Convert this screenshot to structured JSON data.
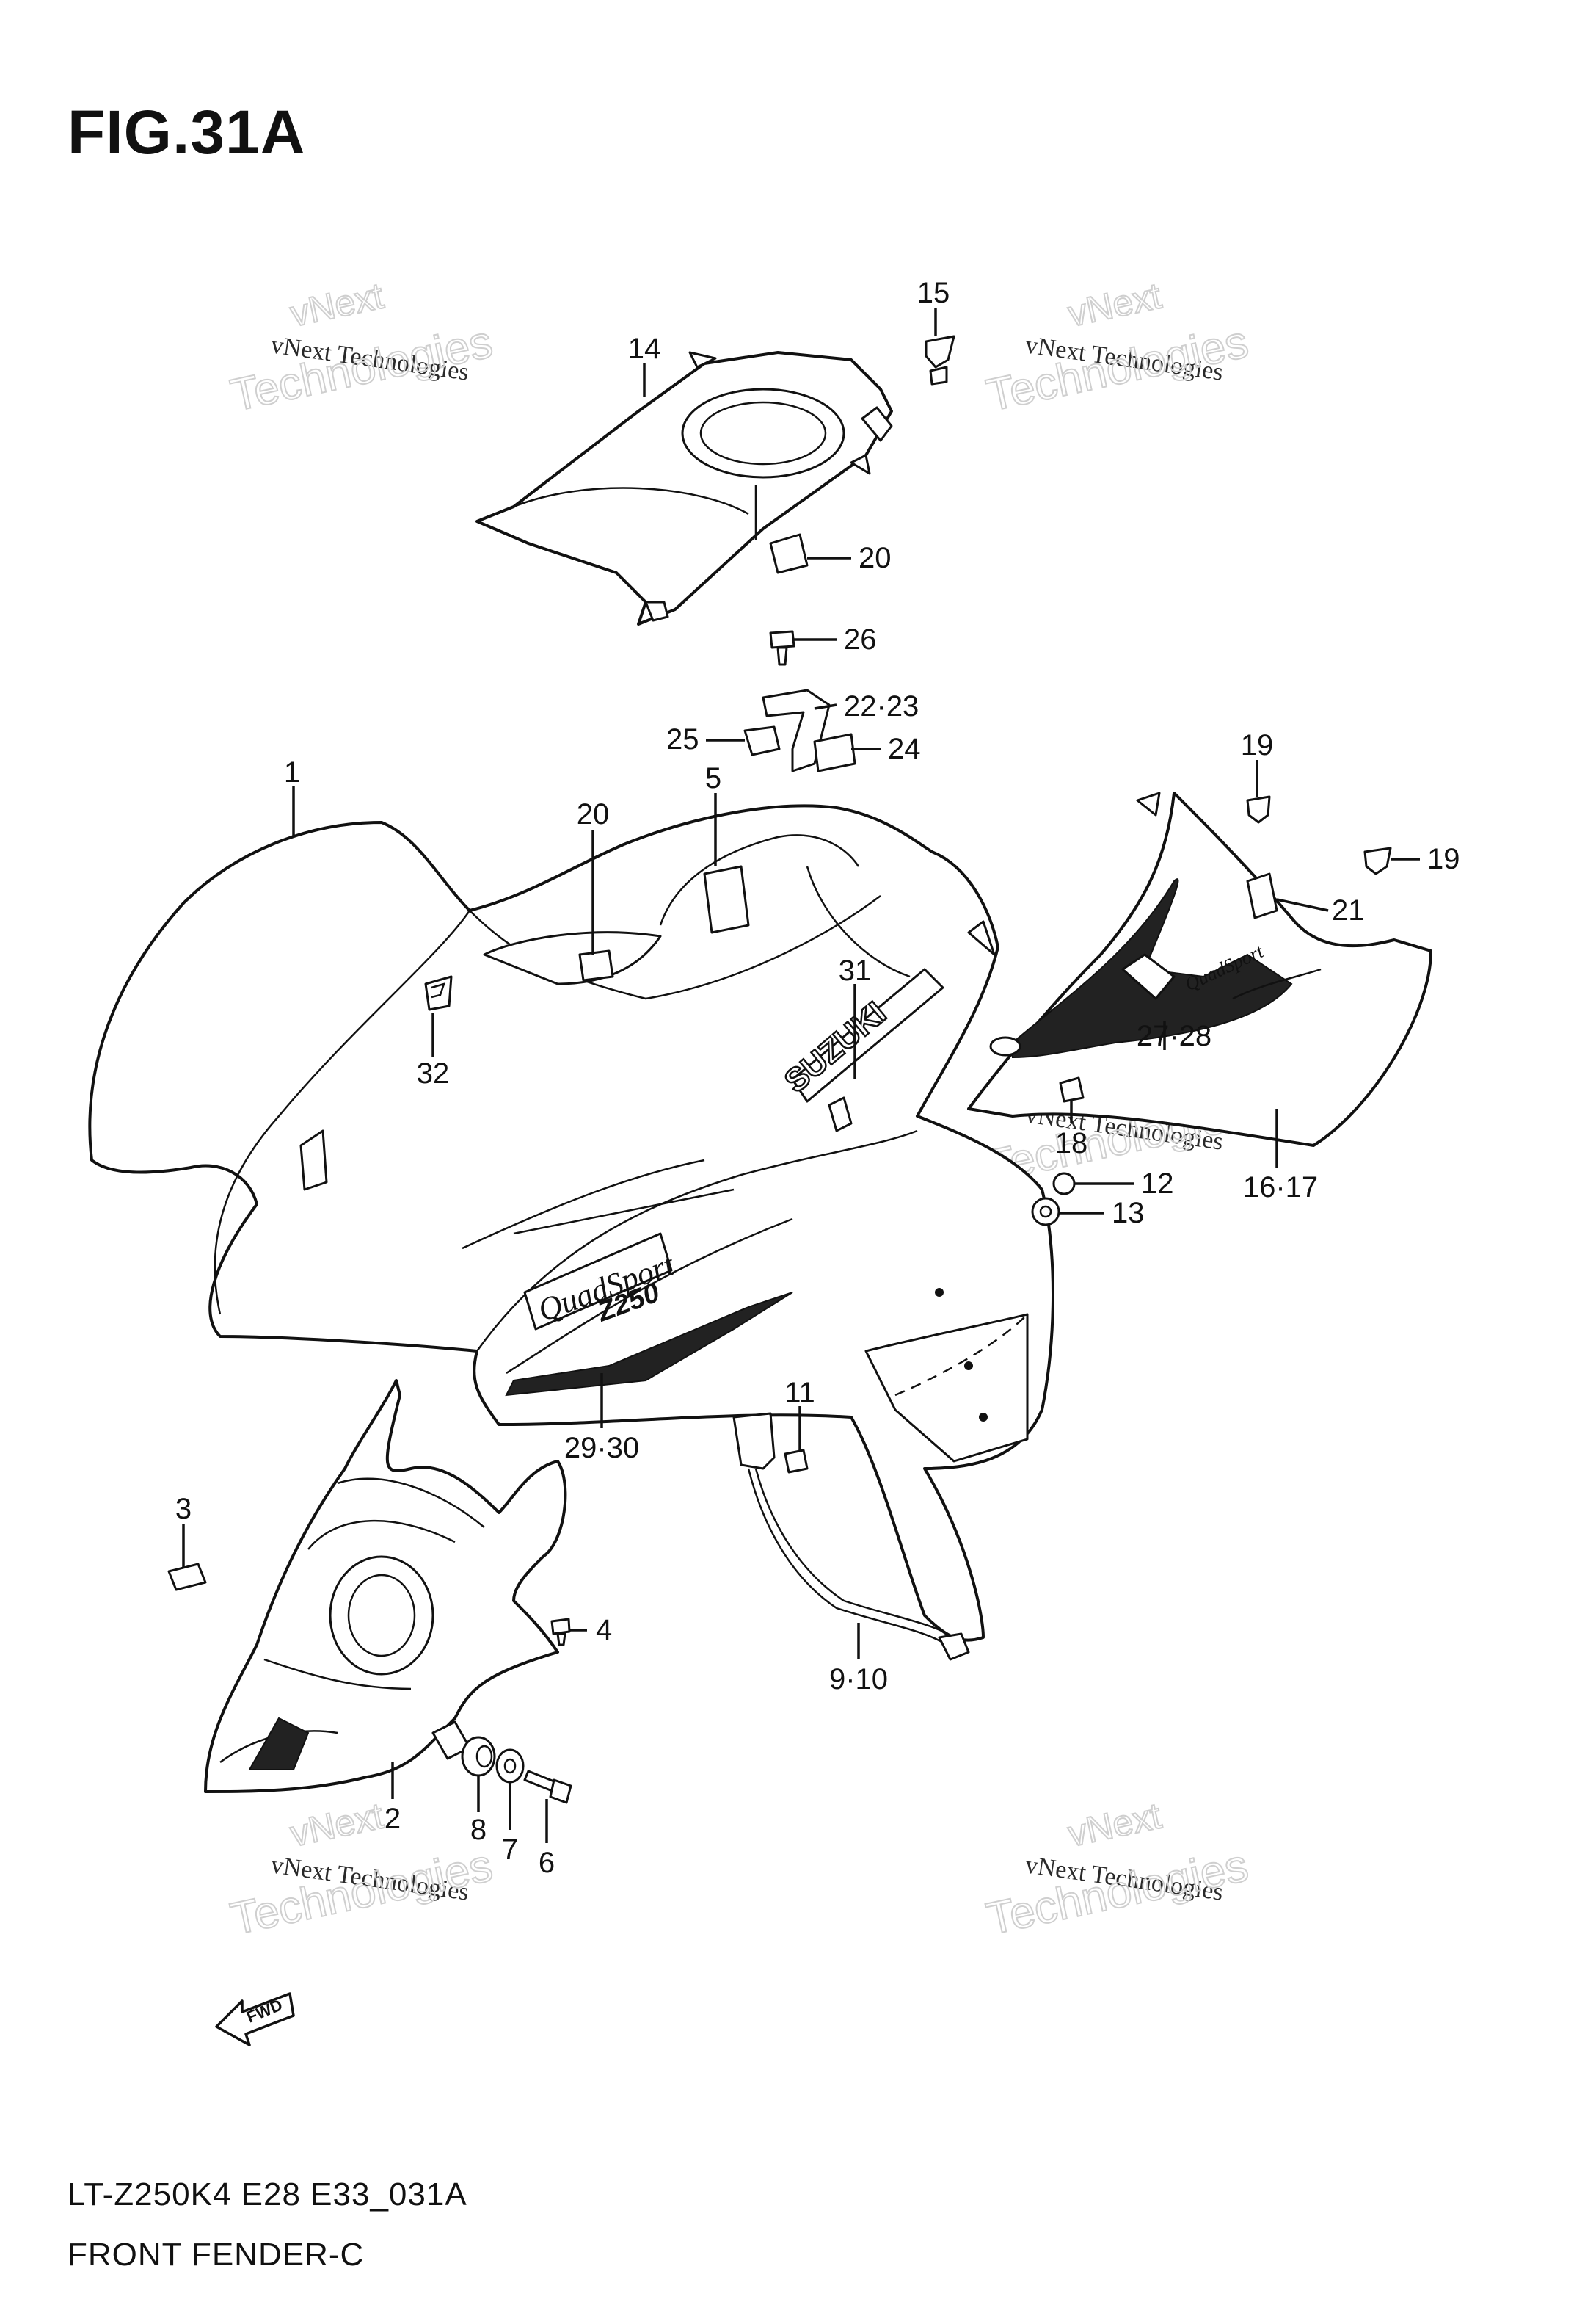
{
  "figure": {
    "title": "FIG.31A",
    "model_code": "LT-Z250K4 E28 E33_031A",
    "name": "FRONT FENDER-C"
  },
  "watermark": {
    "line_small": "vNext Technologies",
    "line_big": "Technologies",
    "line_top": "vNext"
  },
  "callouts": [
    {
      "id": "c1",
      "text": "1"
    },
    {
      "id": "c2",
      "text": "2"
    },
    {
      "id": "c3",
      "text": "3"
    },
    {
      "id": "c4",
      "text": "4"
    },
    {
      "id": "c5",
      "text": "5"
    },
    {
      "id": "c6",
      "text": "6"
    },
    {
      "id": "c7",
      "text": "7"
    },
    {
      "id": "c8",
      "text": "8"
    },
    {
      "id": "c9_10",
      "text": "9·10"
    },
    {
      "id": "c11",
      "text": "11"
    },
    {
      "id": "c12",
      "text": "12"
    },
    {
      "id": "c13",
      "text": "13"
    },
    {
      "id": "c14",
      "text": "14"
    },
    {
      "id": "c15",
      "text": "15"
    },
    {
      "id": "c16_17",
      "text": "16·17"
    },
    {
      "id": "c18",
      "text": "18"
    },
    {
      "id": "c19a",
      "text": "19"
    },
    {
      "id": "c19b",
      "text": "19"
    },
    {
      "id": "c20a",
      "text": "20"
    },
    {
      "id": "c20b",
      "text": "20"
    },
    {
      "id": "c21",
      "text": "21"
    },
    {
      "id": "c22_23",
      "text": "22·23"
    },
    {
      "id": "c24",
      "text": "24"
    },
    {
      "id": "c25",
      "text": "25"
    },
    {
      "id": "c26",
      "text": "26"
    },
    {
      "id": "c27_28",
      "text": "27·28"
    },
    {
      "id": "c29_30",
      "text": "29·30"
    },
    {
      "id": "c31",
      "text": "31"
    },
    {
      "id": "c32",
      "text": "32"
    }
  ],
  "decals": {
    "brand": "SUZUKI",
    "model_script": "QuadSport",
    "model_number": "Z250",
    "fwd_arrow": "FWD"
  }
}
